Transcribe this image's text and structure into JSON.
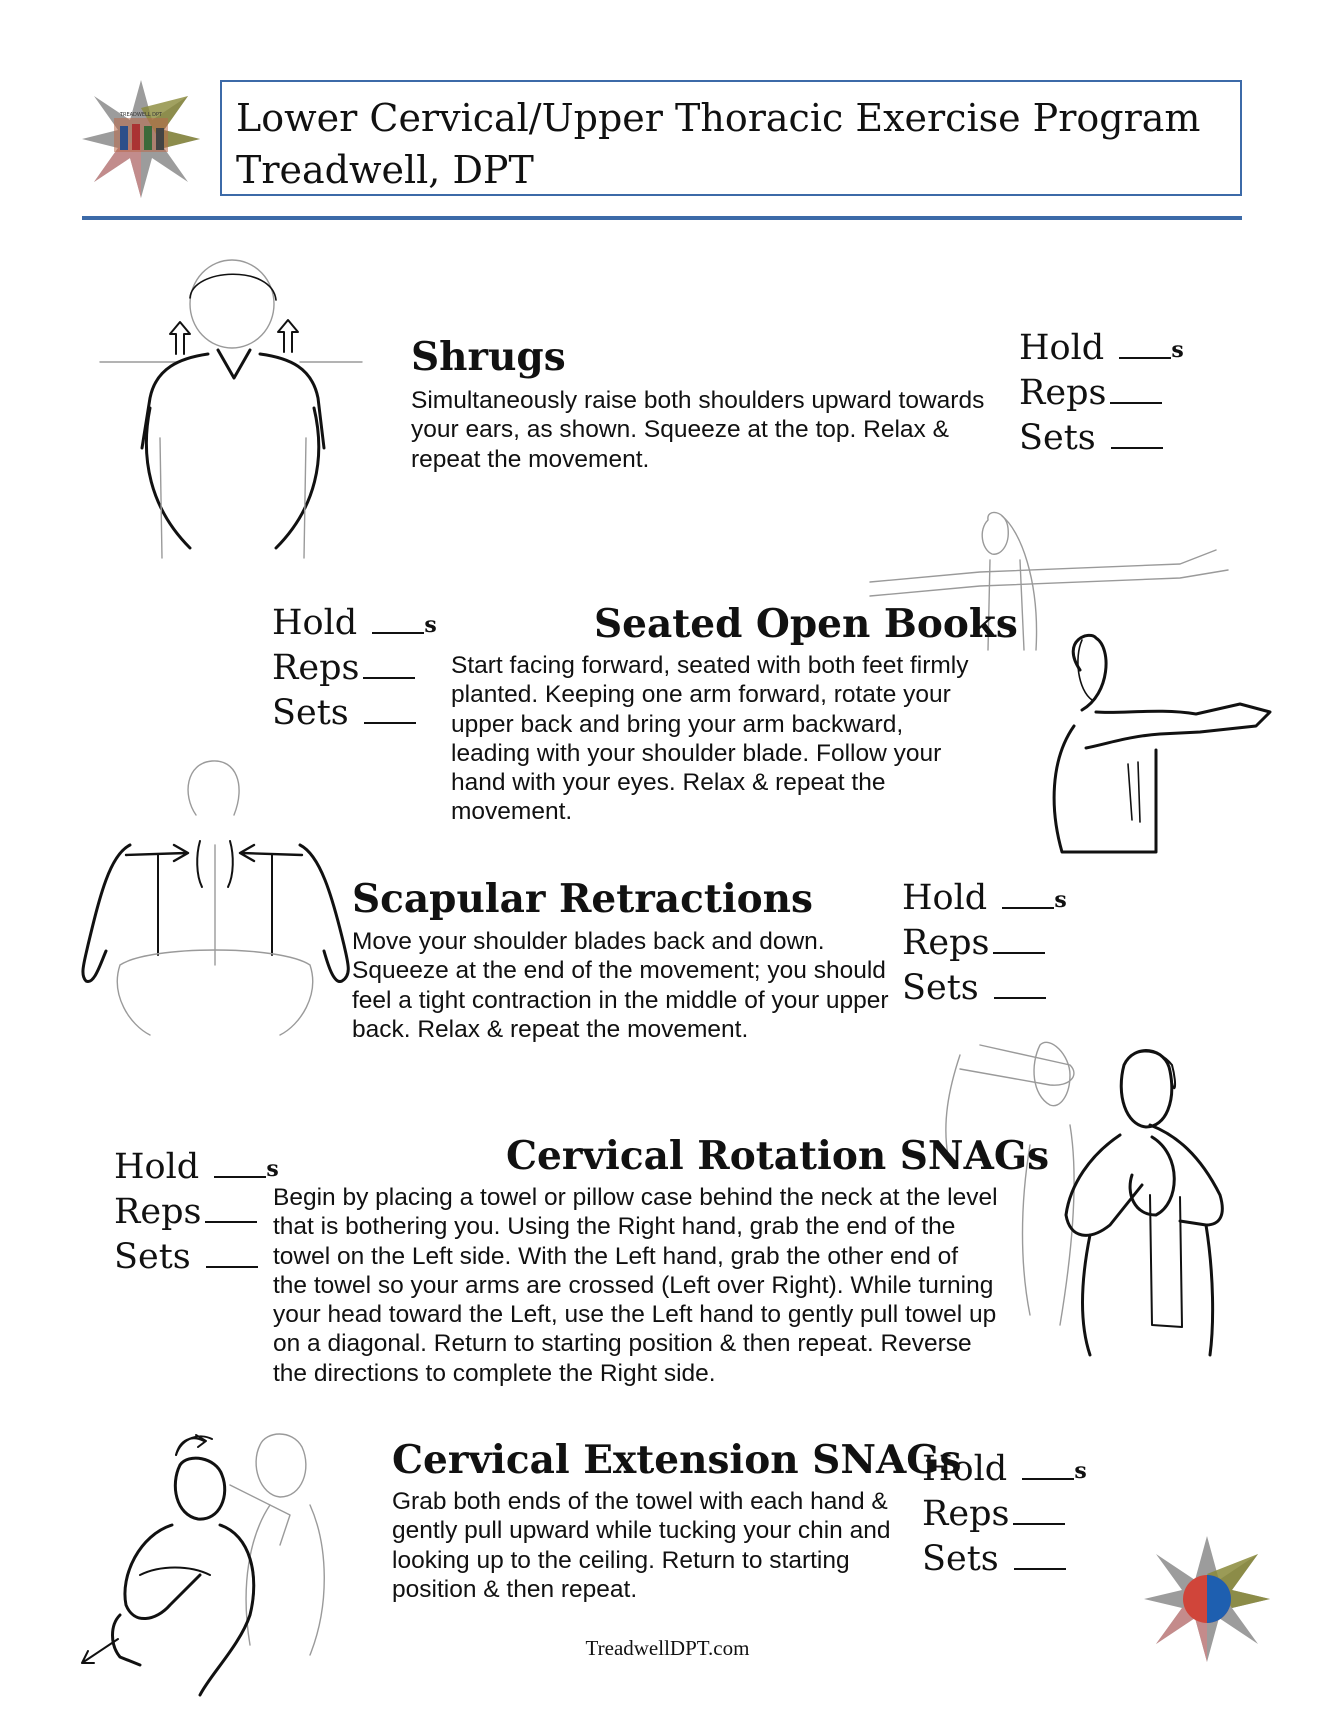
{
  "header": {
    "title_line1": "Lower Cervical/Upper Thoracic Exercise Program",
    "title_line2": "Treadwell, DPT",
    "logo_text": "TREADWELL DPT"
  },
  "param_labels": {
    "hold": "Hold",
    "reps": "Reps",
    "sets": "Sets",
    "hold_unit": "s"
  },
  "exercises": [
    {
      "title": "Shrugs",
      "description": "Simultaneously raise both  shoulders upward towards your ears, as shown. Squeeze at the top. Relax & repeat the movement."
    },
    {
      "title": "Seated Open Books",
      "description": "Start facing forward, seated with both feet firmly planted. Keeping one arm forward, rotate your upper back and bring your arm backward, leading with your shoulder blade. Follow your hand with your eyes. Relax & repeat the movement."
    },
    {
      "title": "Scapular Retractions",
      "description": "Move your shoulder blades back and down. Squeeze at the end of the movement; you should feel a tight contraction in the middle of your upper back. Relax & repeat the movement."
    },
    {
      "title": "Cervical Rotation SNAGs",
      "description": "Begin by placing a towel or pillow case behind the neck at the level that is bothering you. Using the Right hand, grab the end of the towel on the Left side. With the Left hand, grab the other end of the towel so your arms are crossed (Left over Right). While turning your head toward the Left, use the Left hand to gently pull towel up on a diagonal. Return to starting position & then repeat. Reverse the directions to complete the Right side."
    },
    {
      "title": "Cervical Extension SNAGs",
      "description": "Grab both ends of the towel with each hand & gently pull upward while tucking your chin and looking up to the ceiling. Return to starting position & then repeat."
    }
  ],
  "footer": {
    "url": "TreadwellDPT.com"
  },
  "colors": {
    "accent_blue": "#3c6aa8",
    "star_gray": "#9c9c9c",
    "star_olive": "#8a8a3a",
    "star_rose": "#c98a8a",
    "badge_red": "#d0453a",
    "badge_blue": "#1e5fb0"
  },
  "icons": [
    "treadwell-star-logo",
    "arrow-up-icon",
    "arrow-left-icon",
    "arrow-right-icon",
    "curved-arrow-icon"
  ]
}
